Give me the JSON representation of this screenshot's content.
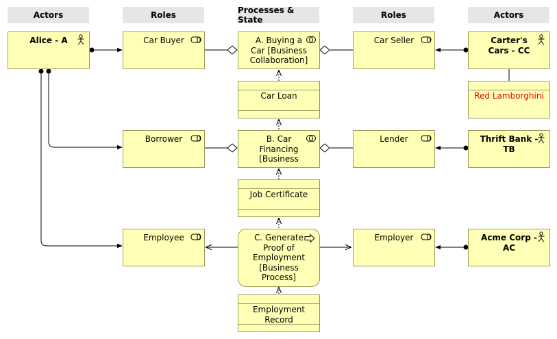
{
  "headers": [
    "Actors",
    "Roles",
    "Processes & State",
    "Roles",
    "Actors"
  ],
  "actors_left": {
    "alice": "Alice - A"
  },
  "roles_left": {
    "car_buyer": "Car Buyer",
    "borrower": "Borrower",
    "employee": "Employee"
  },
  "processes": {
    "buying": "A. Buying a Car [Business Collaboration]",
    "financing": "B. Car Financing [Business",
    "generate": "C. Generate Proof of Employment [Business Process]"
  },
  "objects": {
    "car_loan": "Car Loan",
    "job_certificate": "Job Certificate",
    "employment_record": "Employment Record",
    "red_lamborghini": "Red Lamborghini"
  },
  "roles_right": {
    "car_seller": "Car Seller",
    "lender": "Lender",
    "employer": "Employer"
  },
  "actors_right": {
    "carters": "Carter's Cars - CC",
    "thrift": "Thrift Bank - TB",
    "acme": "Acme Corp - AC"
  },
  "colors": {
    "element_fill": "#ffffb5",
    "element_border": "#9a9a5a",
    "header_fill": "#e6e6e6",
    "highlight_text": "#e8000b"
  },
  "icons": {
    "actor": "actor-stick-figure-icon",
    "role": "role-cylinder-icon",
    "collaboration": "collaboration-circles-icon",
    "process": "process-arrow-icon"
  }
}
